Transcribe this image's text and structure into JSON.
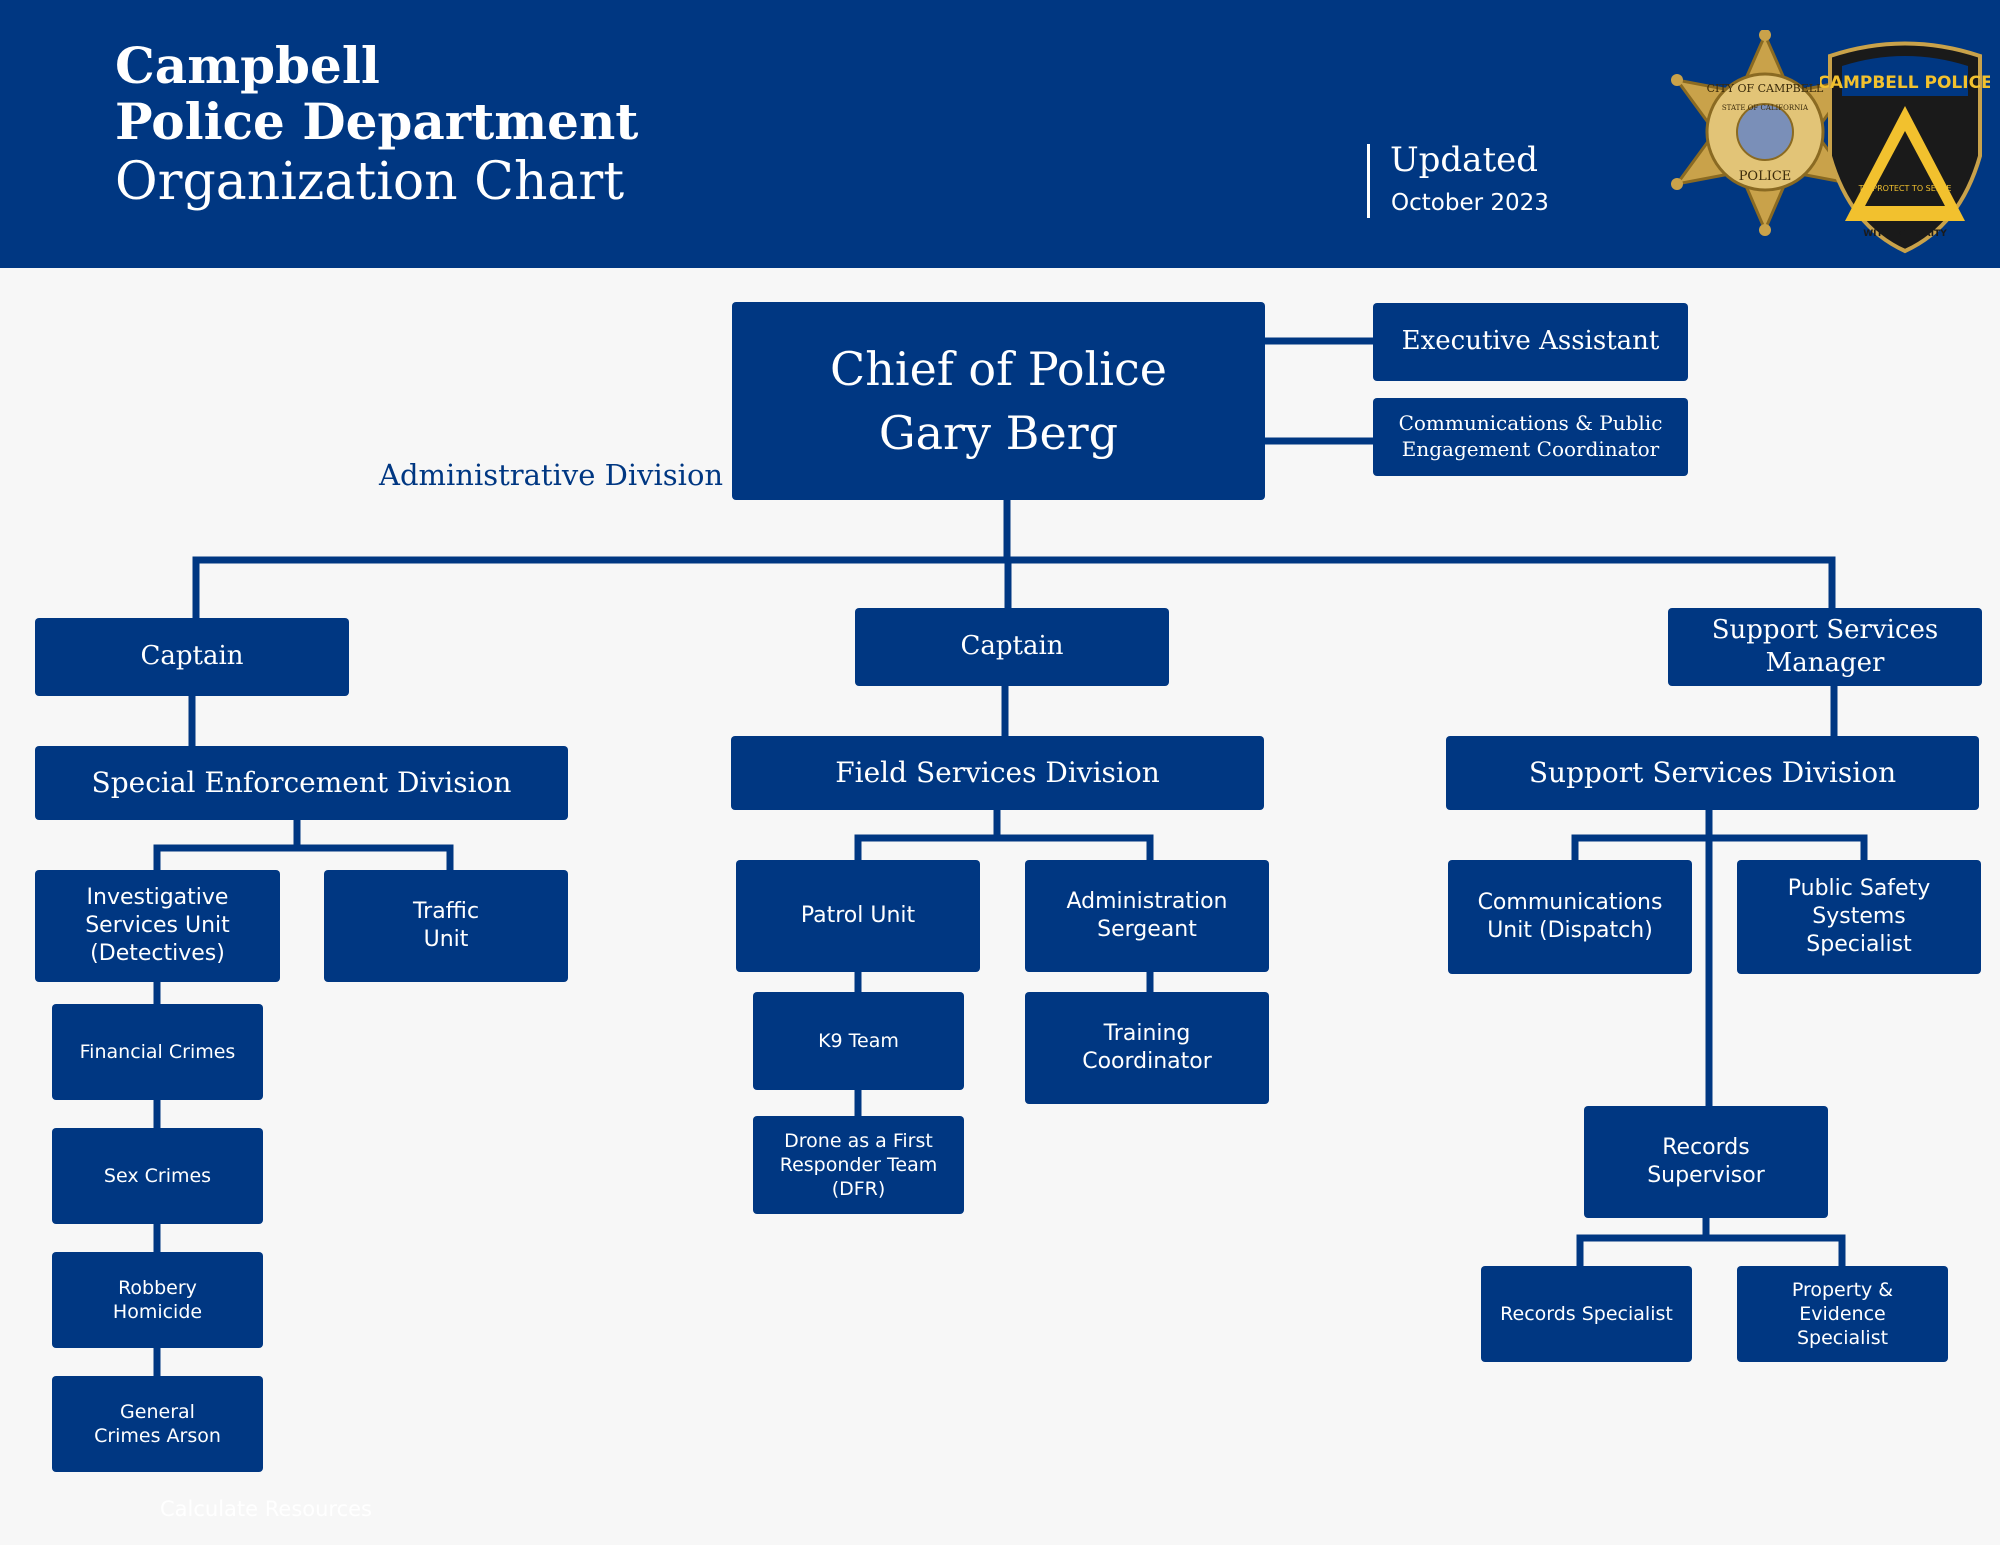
{
  "header": {
    "title_line1": "Campbell",
    "title_line2": "Police Department",
    "title_line3": "Organization Chart",
    "updated_label": "Updated",
    "updated_date": "October 2023",
    "badge_text_top": "CITY OF CAMPBELL",
    "badge_text_state": "STATE OF CALIFORNIA",
    "badge_text_bottom": "POLICE",
    "patch_text_top": "CAMPBELL POLICE",
    "patch_text_motto": "TO PROTECT TO SERVE",
    "patch_text_bottom": "WITH INTEGRITY"
  },
  "colors": {
    "primary": "#003782",
    "background": "#f7f7f7",
    "text_on_primary": "#ffffff",
    "badge_gold": "#c9a24a"
  },
  "chart": {
    "chief": {
      "title": "Chief of Police",
      "name": "Gary Berg"
    },
    "executive_assistant": "Executive Assistant",
    "communications_coordinator": "Communications & Public Engagement Coordinator",
    "administrative_division": "Administrative Division",
    "left": {
      "captain": "Captain",
      "division": "Special Enforcement Division",
      "investigative_unit": "Investigative Services Unit (Detectives)",
      "traffic_unit": "Traffic Unit",
      "financial_crimes": "Financial Crimes",
      "sex_crimes": "Sex Crimes",
      "robbery_homicide": "Robbery Homicide",
      "general_crimes": "General Crimes Arson"
    },
    "center": {
      "captain": "Captain",
      "division": "Field Services Division",
      "patrol_unit": "Patrol Unit",
      "admin_sergeant": "Administration Sergeant",
      "k9_team": "K9 Team",
      "training_coordinator": "Training Coordinator",
      "drone_team": "Drone as a First Responder Team (DFR)"
    },
    "right": {
      "manager": "Support Services Manager",
      "division": "Support Services Division",
      "communications_unit": "Communications Unit (Dispatch)",
      "public_safety_specialist": "Public Safety Systems Specialist",
      "records_supervisor": "Records Supervisor",
      "records_specialist": "Records Specialist",
      "property_specialist": "Property & Evidence Specialist"
    }
  },
  "footer": {
    "faint_text": "Calculate Resources"
  }
}
